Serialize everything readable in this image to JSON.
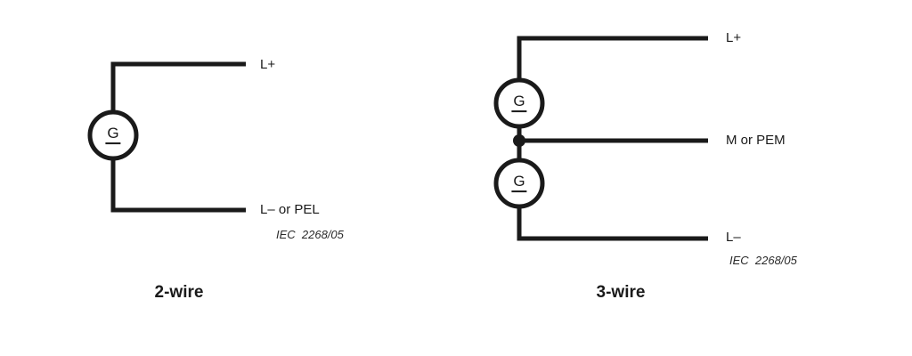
{
  "colors": {
    "background": "#ffffff",
    "line": "#1a1a1a",
    "text": "#1a1a1a"
  },
  "diagrams": [
    {
      "title": "2-wire",
      "generator": {
        "symbol": "G"
      },
      "terminals": {
        "positive": "L+",
        "negative": "L– or PEL"
      },
      "caption": "IEC  2268/05"
    },
    {
      "title": "3-wire",
      "generators": [
        {
          "symbol": "G"
        },
        {
          "symbol": "G"
        }
      ],
      "terminals": {
        "positive": "L+",
        "mid": "M or PEM",
        "negative": "L–"
      },
      "caption": "IEC  2268/05"
    }
  ]
}
